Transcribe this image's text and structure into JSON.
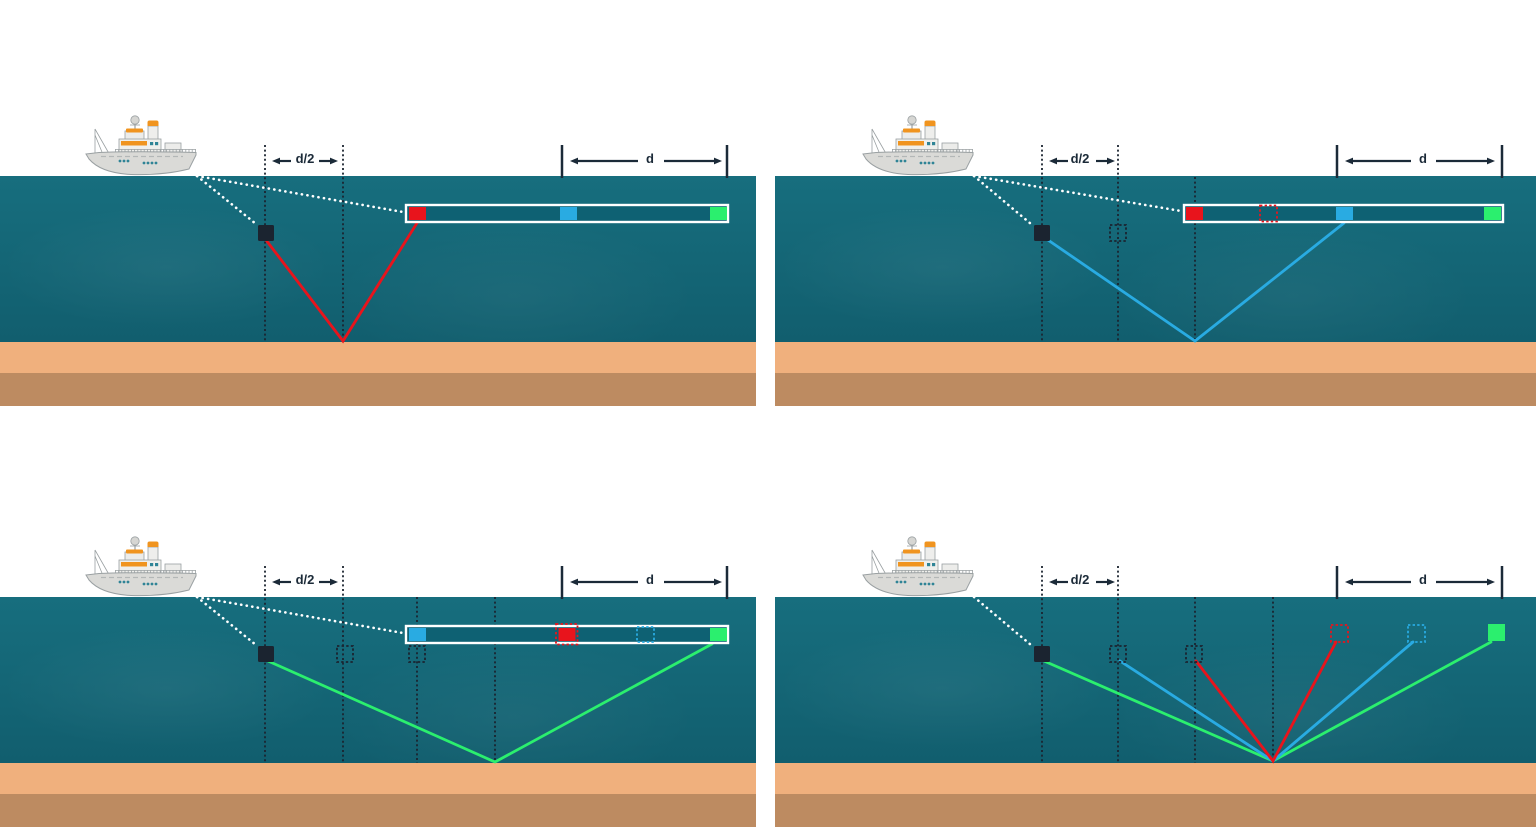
{
  "labels": {
    "half_spacing": "d/2",
    "spacing": "d"
  },
  "colors": {
    "water": "#176E7E",
    "water-deep": "#115E6E",
    "sand-light": "#F0B07D",
    "sand-dark": "#BD8B61",
    "marker": "#1B2430",
    "red": "#E8141C",
    "blue": "#29ABE2",
    "green": "#2BEF6E",
    "bar-fill": "#0E6173",
    "label": "#1B2A38",
    "ship-accent": "#F0941F",
    "ship-window": "#2F8496"
  },
  "panels": [
    {
      "id": "shot-1",
      "raypaths": [
        "red"
      ]
    },
    {
      "id": "shot-2",
      "raypaths": [
        "blue"
      ]
    },
    {
      "id": "shot-3",
      "raypaths": [
        "green"
      ]
    },
    {
      "id": "shot-4",
      "raypaths": [
        "red",
        "blue",
        "green"
      ]
    }
  ]
}
